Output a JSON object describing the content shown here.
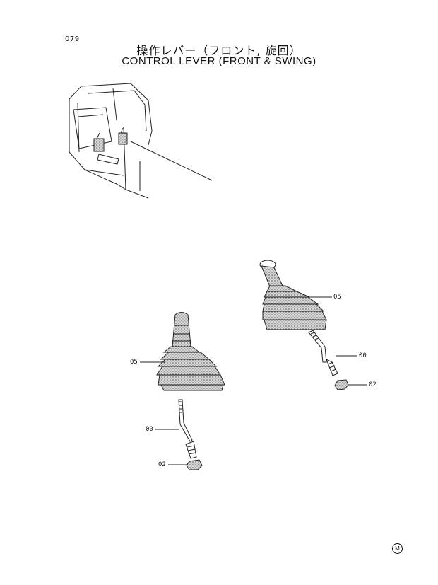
{
  "page_number": "079",
  "title_jp": "操作レバー（フロント, 旋回）",
  "title_en": "CONTROL  LEVER  (FRONT & SWING)",
  "callouts": {
    "left_boot": "05",
    "left_lever": "00",
    "left_nut": "02",
    "right_boot": "05",
    "right_lever": "00",
    "right_nut": "02"
  },
  "manufacturer_mark": "M"
}
